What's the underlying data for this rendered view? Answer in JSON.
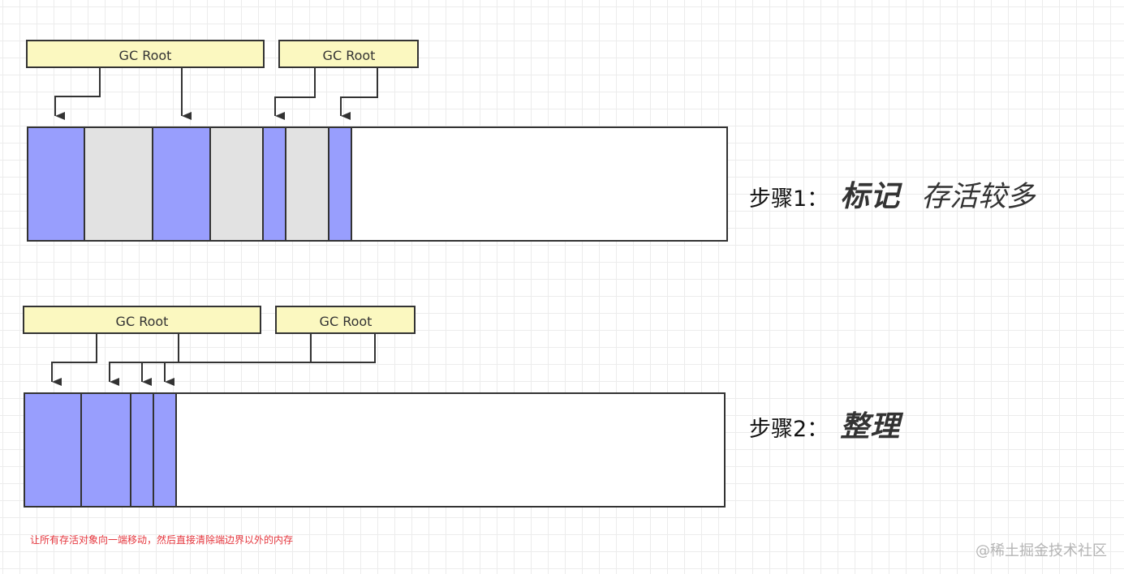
{
  "colors": {
    "live": "#989efd",
    "garbage": "#e2e2e2",
    "free": "#ffffff",
    "root_fill": "#fbf8c0",
    "stroke": "#333333",
    "note": "#e5363d",
    "watermark": "#b5b5b5"
  },
  "step1": {
    "prefix": "步骤1：",
    "strong": "标记",
    "light": "存活较多",
    "roots": [
      {
        "label": "GC Root",
        "targets": [
          0,
          2
        ]
      },
      {
        "label": "GC Root",
        "targets": [
          4,
          6
        ]
      }
    ],
    "segments": [
      {
        "state": "live",
        "size": 70
      },
      {
        "state": "garbage",
        "size": 84
      },
      {
        "state": "live",
        "size": 71
      },
      {
        "state": "garbage",
        "size": 65
      },
      {
        "state": "live",
        "size": 28
      },
      {
        "state": "garbage",
        "size": 53
      },
      {
        "state": "live",
        "size": 28
      },
      {
        "state": "free",
        "size": 463
      }
    ]
  },
  "step2": {
    "prefix": "步骤2：",
    "strong": "整理",
    "roots": [
      {
        "label": "GC Root",
        "targets": [
          0,
          1
        ]
      },
      {
        "label": "GC Root",
        "targets": [
          2,
          3
        ]
      }
    ],
    "segments": [
      {
        "state": "live",
        "size": 70
      },
      {
        "state": "live",
        "size": 61
      },
      {
        "state": "live",
        "size": 28
      },
      {
        "state": "live",
        "size": 28
      },
      {
        "state": "free",
        "size": 676
      }
    ]
  },
  "note": "让所有存活对象向一端移动，然后直接清除端边界以外的内存",
  "watermark": "@稀土掘金技术社区",
  "icons": {
    "arrow": "arrow-down-icon"
  }
}
